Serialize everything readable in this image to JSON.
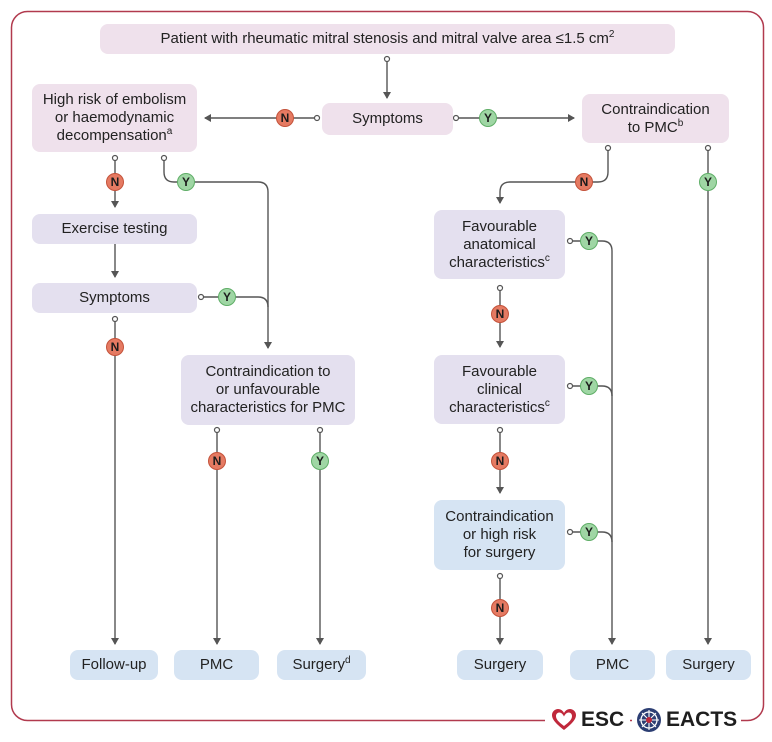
{
  "colors": {
    "frame": "#b13a4e",
    "connector": "#555555",
    "no_node": "#e57a62",
    "yes_node": "#9fd6a4",
    "condition_box": "#efe1ec",
    "decision_box": "#e4e0ef",
    "outcome_box": "#d6e4f3"
  },
  "nodes": {
    "top_condition": {
      "text": "Patient with rheumatic mitral stenosis and mitral valve area ≤1.5 cm",
      "sup": "2"
    },
    "symptoms_main": {
      "text": "Symptoms"
    },
    "high_risk": {
      "line1": "High risk of embolism",
      "line2": "or haemodynamic",
      "line3": "decompensation",
      "sup": "a"
    },
    "contraindication_pmc": {
      "line1": "Contraindication",
      "line2": "to PMC",
      "sup": "b"
    },
    "exercise_testing": {
      "text": "Exercise testing"
    },
    "symptoms_secondary": {
      "text": "Symptoms"
    },
    "unfavourable_pmc": {
      "line1": "Contraindication to",
      "line2": "or unfavourable",
      "line3": "characteristics for PMC"
    },
    "favourable_anatomical": {
      "line1": "Favourable",
      "line2": "anatomical",
      "line3": "characteristics",
      "sup": "c"
    },
    "favourable_clinical": {
      "line1": "Favourable",
      "line2": "clinical",
      "line3": "characteristics",
      "sup": "c"
    },
    "surgery_risk": {
      "line1": "Contraindication",
      "line2": "or high risk",
      "line3": "for surgery"
    }
  },
  "outcomes": {
    "follow_up": {
      "text": "Follow-up"
    },
    "pmc_left": {
      "text": "PMC"
    },
    "surgery_left": {
      "text": "Surgery",
      "sup": "d"
    },
    "surgery_mid": {
      "text": "Surgery"
    },
    "pmc_right": {
      "text": "PMC"
    },
    "surgery_right": {
      "text": "Surgery"
    }
  },
  "branch_labels": {
    "no": "N",
    "yes": "Y"
  },
  "logos": {
    "esc": "ESC",
    "eacts": "EACTS"
  }
}
